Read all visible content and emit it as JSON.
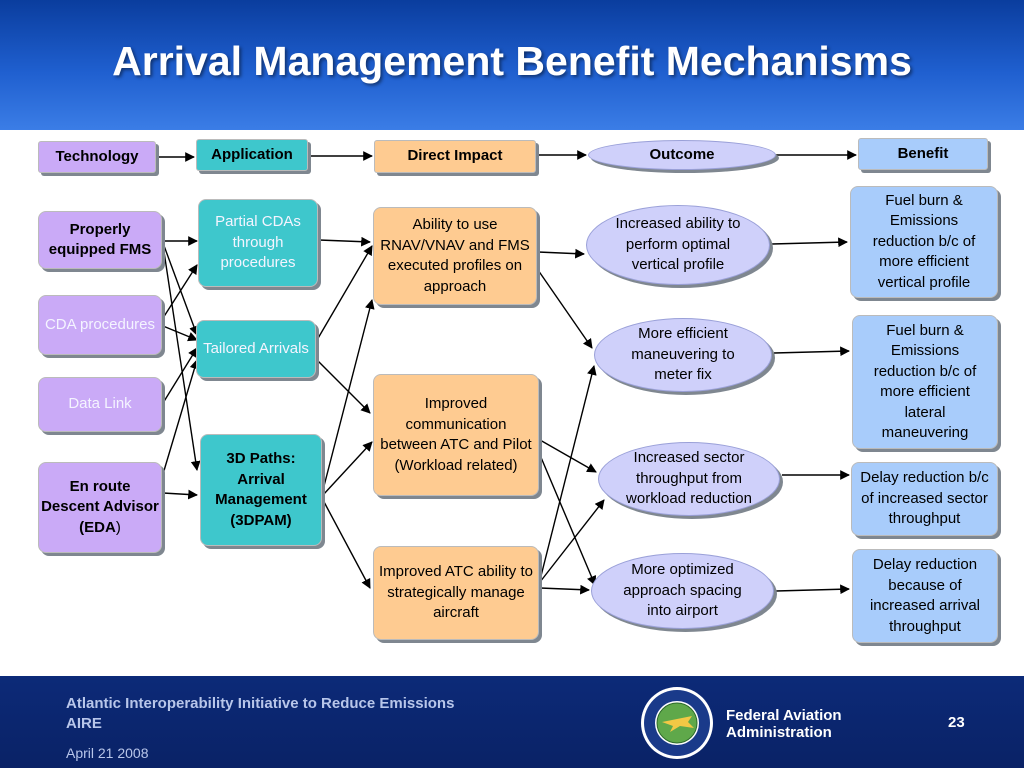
{
  "title": "Arrival Management Benefit Mechanisms",
  "headers": {
    "technology": "Technology",
    "application": "Application",
    "direct_impact": "Direct Impact",
    "outcome": "Outcome",
    "benefit": "Benefit"
  },
  "technologies": {
    "fms": "Properly equipped FMS",
    "cda": "CDA procedures",
    "datalink": "Data Link",
    "eda_main": "En route Descent Advisor (EDA",
    "eda_paren": ")"
  },
  "applications": {
    "partial": "Partial CDAs through procedures",
    "tailored": "Tailored Arrivals",
    "paths3d": "3D Paths: Arrival Management (3DPAM)"
  },
  "impacts": {
    "rnav": "Ability to use RNAV/VNAV and FMS executed profiles on approach",
    "comm": "Improved communication between ATC and Pilot",
    "comm_note": "(Workload related)",
    "atc": "Improved ATC ability to strategically manage aircraft"
  },
  "outcomes": {
    "vertical": "Increased ability to perform optimal vertical profile",
    "meterfix": "More efficient maneuvering to meter fix",
    "sector": "Increased sector throughput from workload reduction",
    "spacing": "More optimized approach spacing into airport"
  },
  "benefits": {
    "fuel_vertical": "Fuel burn  & Emissions reduction  b/c of more efficient vertical profile",
    "fuel_lateral": "Fuel burn  & Emissions reduction  b/c of more efficient lateral maneuvering",
    "delay_sector": "Delay reduction b/c of increased sector throughput",
    "delay_arrival": "Delay reduction because of increased arrival throughput"
  },
  "footer": {
    "initiative": "Atlantic Interoperability Initiative to Reduce Emissions",
    "acronym": "AIRE",
    "date": "April 21 2008",
    "agency_line1": "Federal Aviation",
    "agency_line2": "Administration",
    "page_number": "23"
  },
  "colors": {
    "title_bar": "#1f5fcf",
    "technology": "#caaaf7",
    "application": "#3ec7cc",
    "impact": "#fecb91",
    "outcome": "#cfd0fa",
    "benefit": "#a8ccfb",
    "footer": "#0a2266"
  }
}
